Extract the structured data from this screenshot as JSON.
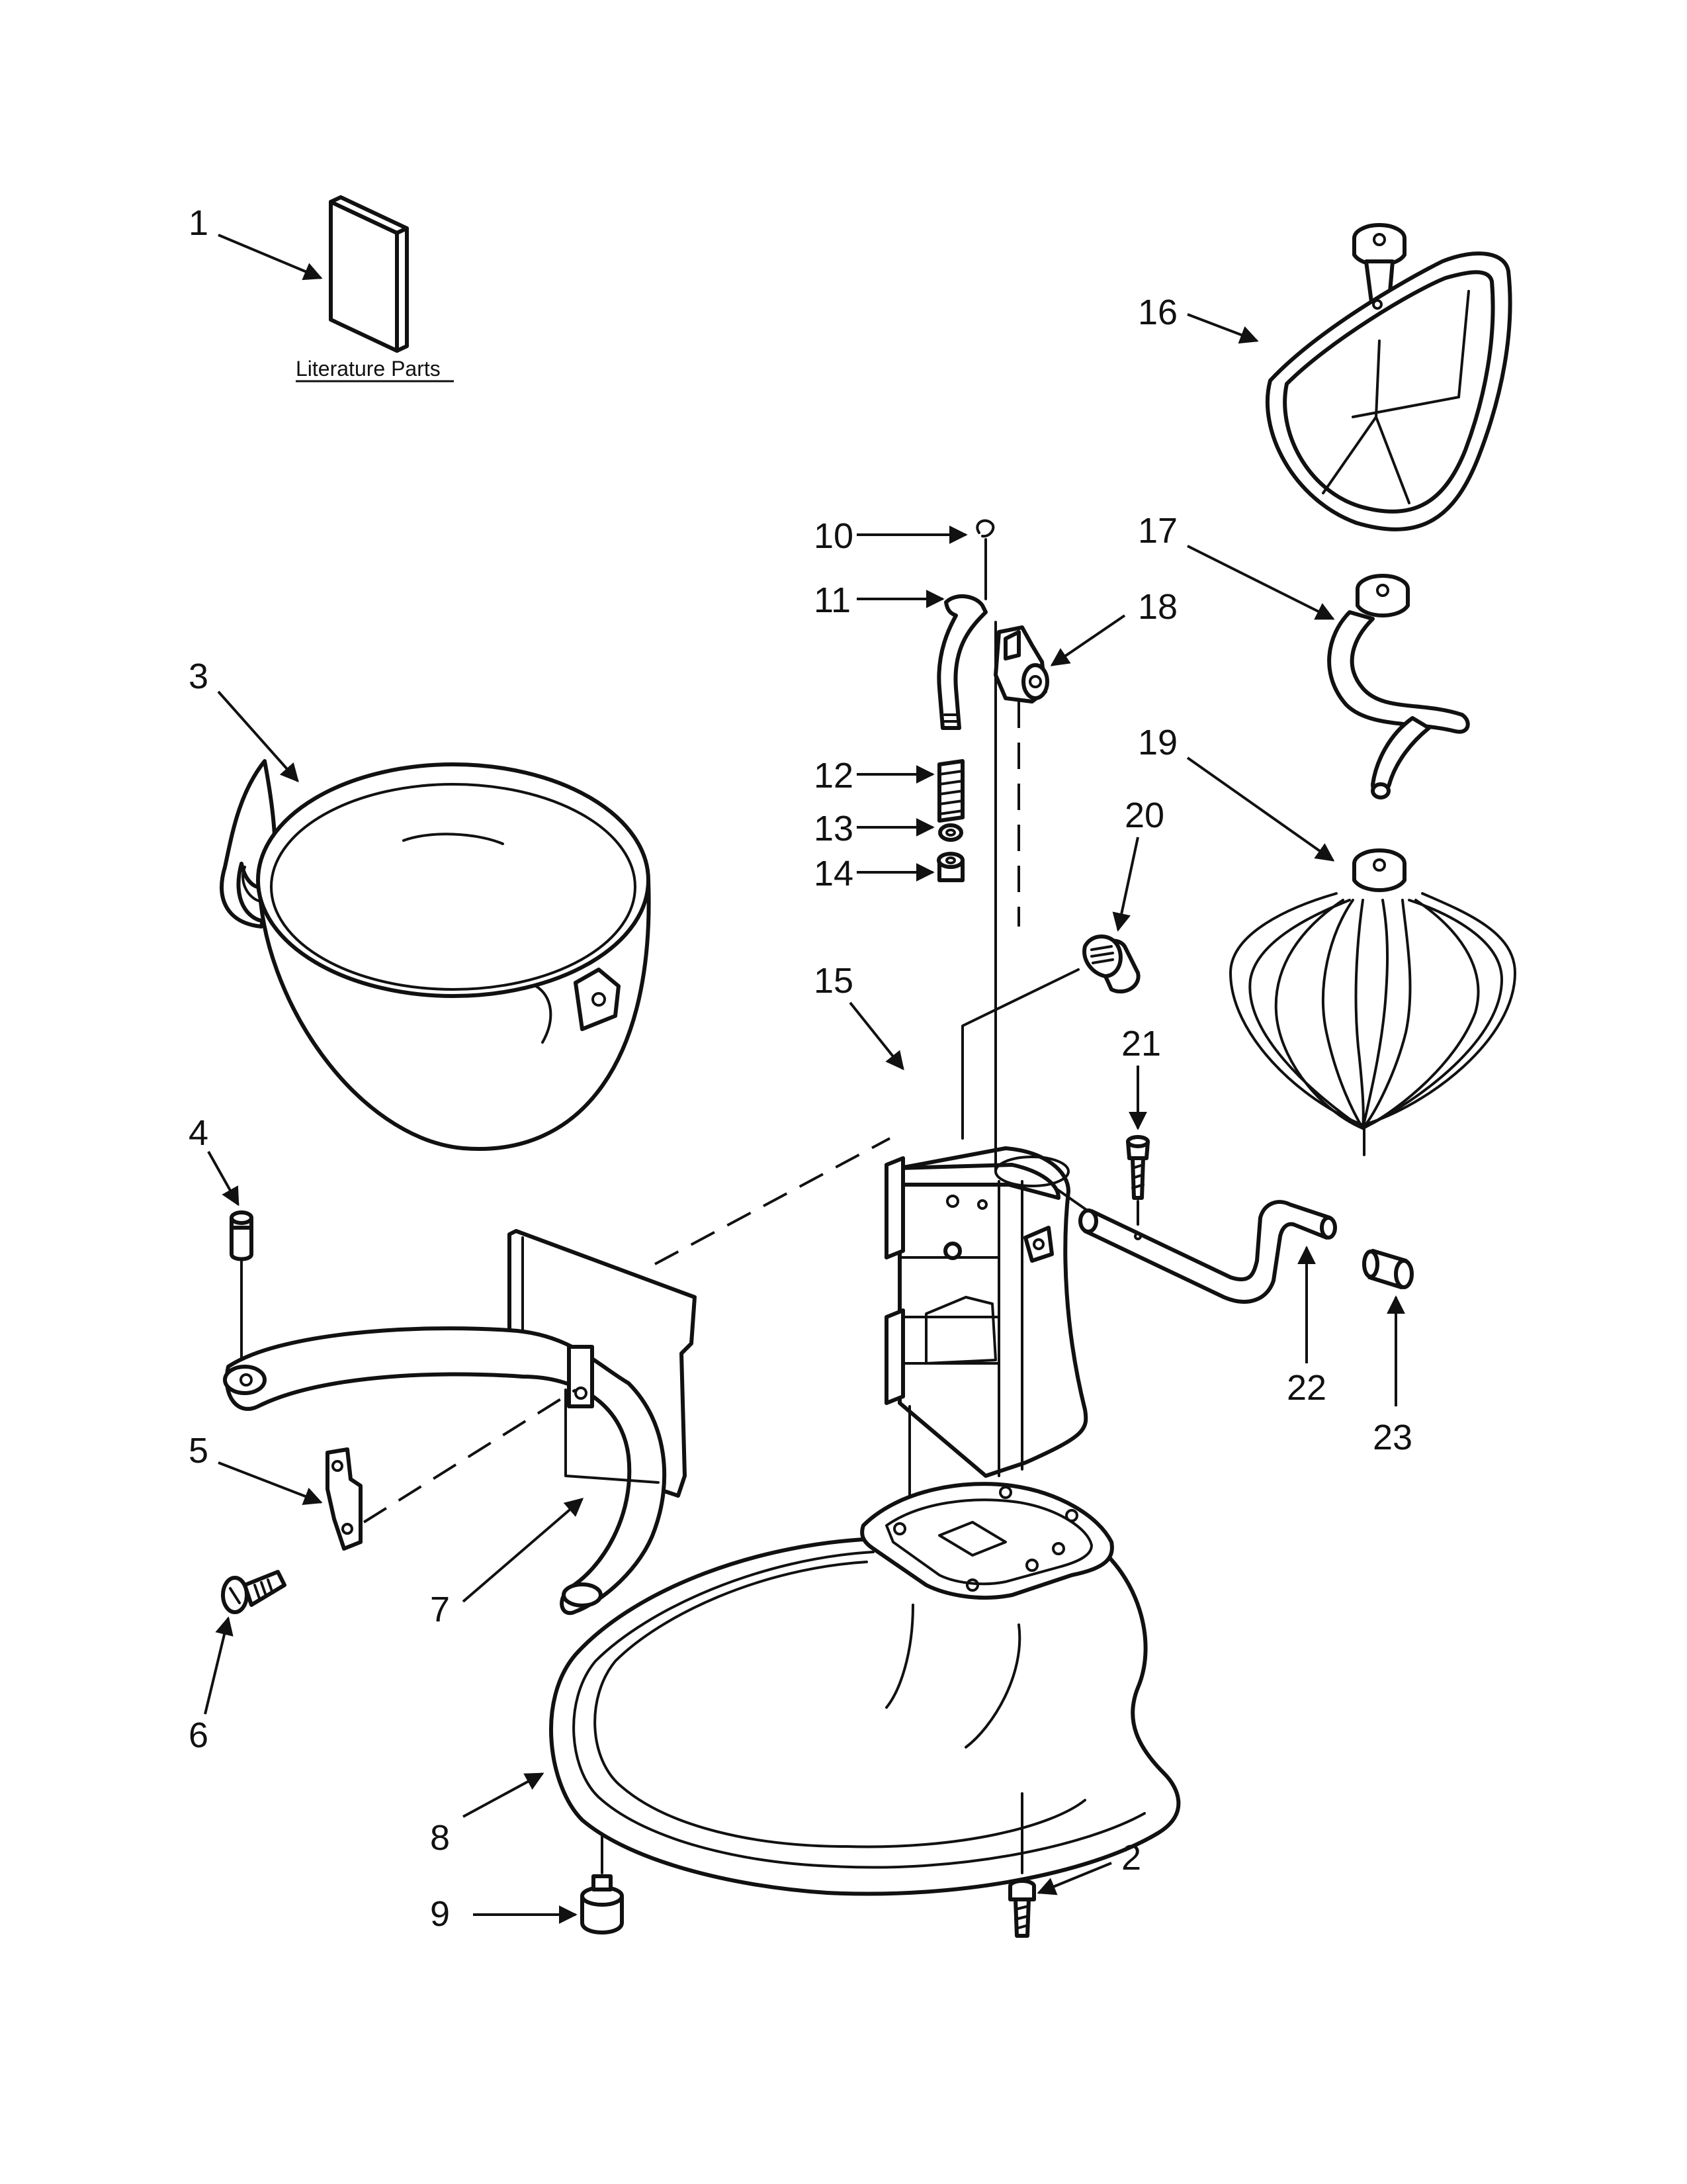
{
  "literature_caption": "Literature Parts",
  "callouts": {
    "p1": "1",
    "p2": "2",
    "p3": "3",
    "p4": "4",
    "p5": "5",
    "p6": "6",
    "p7": "7",
    "p8": "8",
    "p9": "9",
    "p10": "10",
    "p11": "11",
    "p12": "12",
    "p13": "13",
    "p14": "14",
    "p15": "15",
    "p16": "16",
    "p17": "17",
    "p18": "18",
    "p19": "19",
    "p20": "20",
    "p21": "21",
    "p22": "22",
    "p23": "23"
  }
}
